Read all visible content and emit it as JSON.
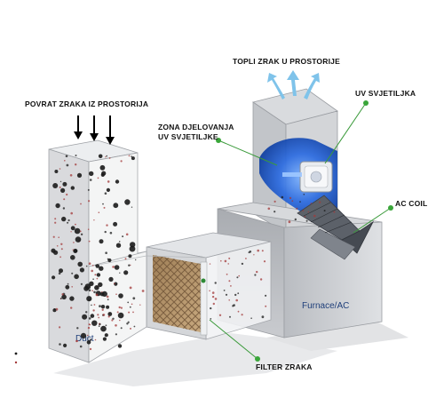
{
  "labels": {
    "return_air": "POVRAT ZRAKA IZ PROSTORIJA",
    "warm_air": "TOPLI ZRAK U PROSTORIJE",
    "uv_zone_line1": "ZONA DJELOVANJA",
    "uv_zone_line2": "UV SVJETILJKE",
    "uv_lamp": "UV SVJETILJKA",
    "ac_coil": "AC COIL",
    "air_filter": "FILTER ZRAKA",
    "duct": "Duct",
    "furnace": "Furnace/AC"
  },
  "colors": {
    "callout_line": "#3a9a3a",
    "callout_dot": "#3aa63a",
    "uv_glow": "#1a5fd1",
    "airflow_arrow": "#7fc3ea",
    "box_gray": "#c6c9cd",
    "particle_dark": "#1b1b1b",
    "particle_red": "#a33a3a"
  },
  "icons": {
    "uv_lamp": "uv-lamp-icon",
    "return_arrows": "arrow-down-icon",
    "warm_arrows": "arrow-up-icon"
  }
}
